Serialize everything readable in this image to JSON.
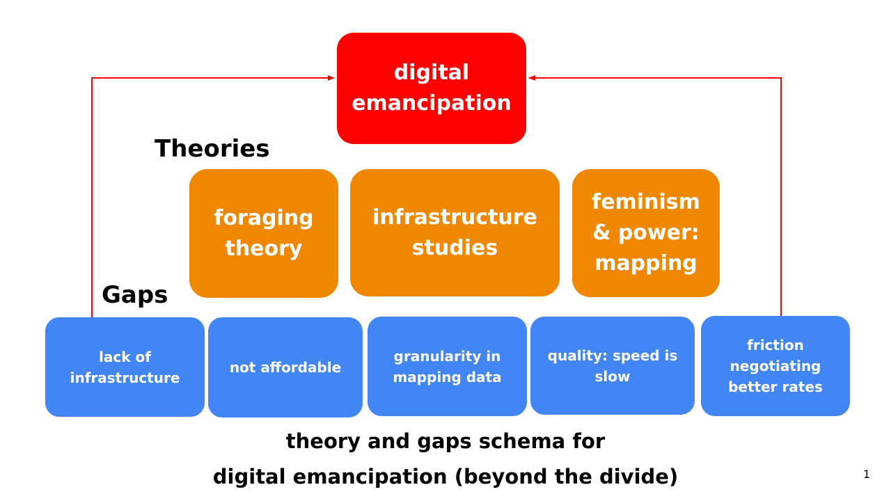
{
  "goal": {
    "label": "digital\nemancipation",
    "color": "#ff0000"
  },
  "theories": {
    "heading": "Theories",
    "color": "#ef8800",
    "items": [
      {
        "label": "foraging\ntheory"
      },
      {
        "label": "infrastructure\nstudies"
      },
      {
        "label": "feminism\n& power:\nmapping"
      }
    ]
  },
  "gaps": {
    "heading": "Gaps",
    "color": "#4285f4",
    "items": [
      {
        "label": "lack of\ninfrastructure"
      },
      {
        "label": "not affordable"
      },
      {
        "label": "granularity in\nmapping data"
      },
      {
        "label": "quality: speed is\nslow"
      },
      {
        "label": "friction\nnegotiating\nbetter rates"
      }
    ]
  },
  "caption": {
    "line1": "theory and gaps schema for",
    "line2": "digital emancipation (beyond the divide)"
  },
  "page_number": "1",
  "arrow_color": "#ff0000"
}
